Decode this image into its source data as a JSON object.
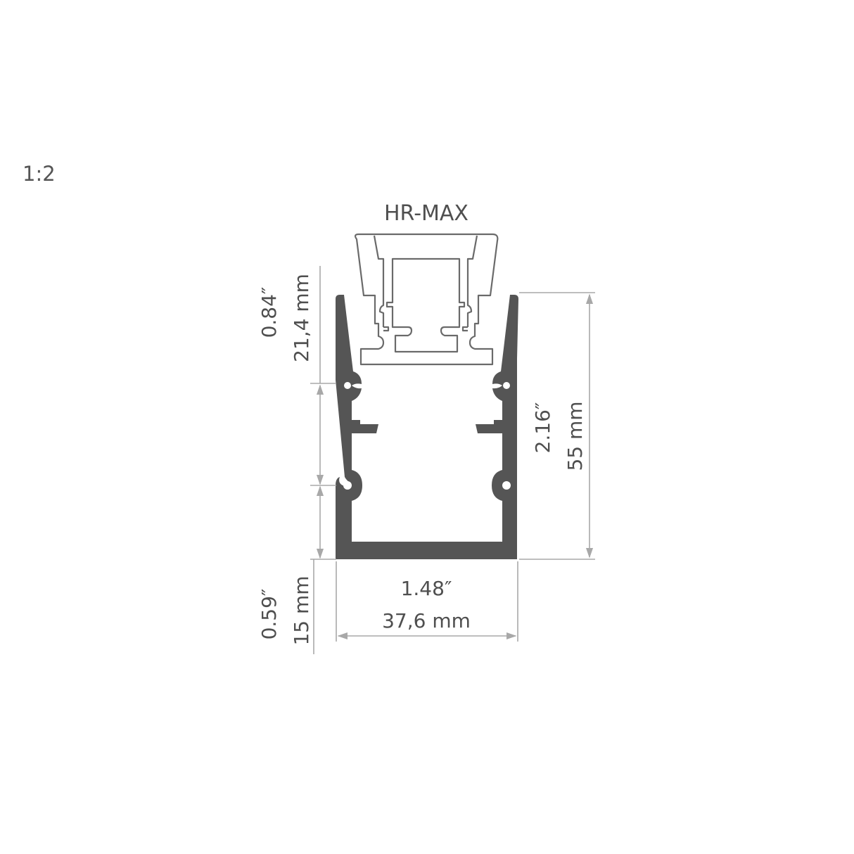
{
  "scale": "1:2",
  "product_label": "HR-MAX",
  "dimensions": {
    "top_height": {
      "inch": "0.84″",
      "mm": "21,4 mm"
    },
    "bottom_height": {
      "inch": "0.59″",
      "mm": "15 mm"
    },
    "total_height": {
      "inch": "2.16″",
      "mm": "55 mm"
    },
    "width": {
      "inch": "1.48″",
      "mm": "37,6 mm"
    }
  },
  "colors": {
    "profile_fill": "#555555",
    "insert_stroke": "#6a6a6a",
    "dimension_line": "#a8a8a8",
    "text": "#4f4f4f"
  }
}
